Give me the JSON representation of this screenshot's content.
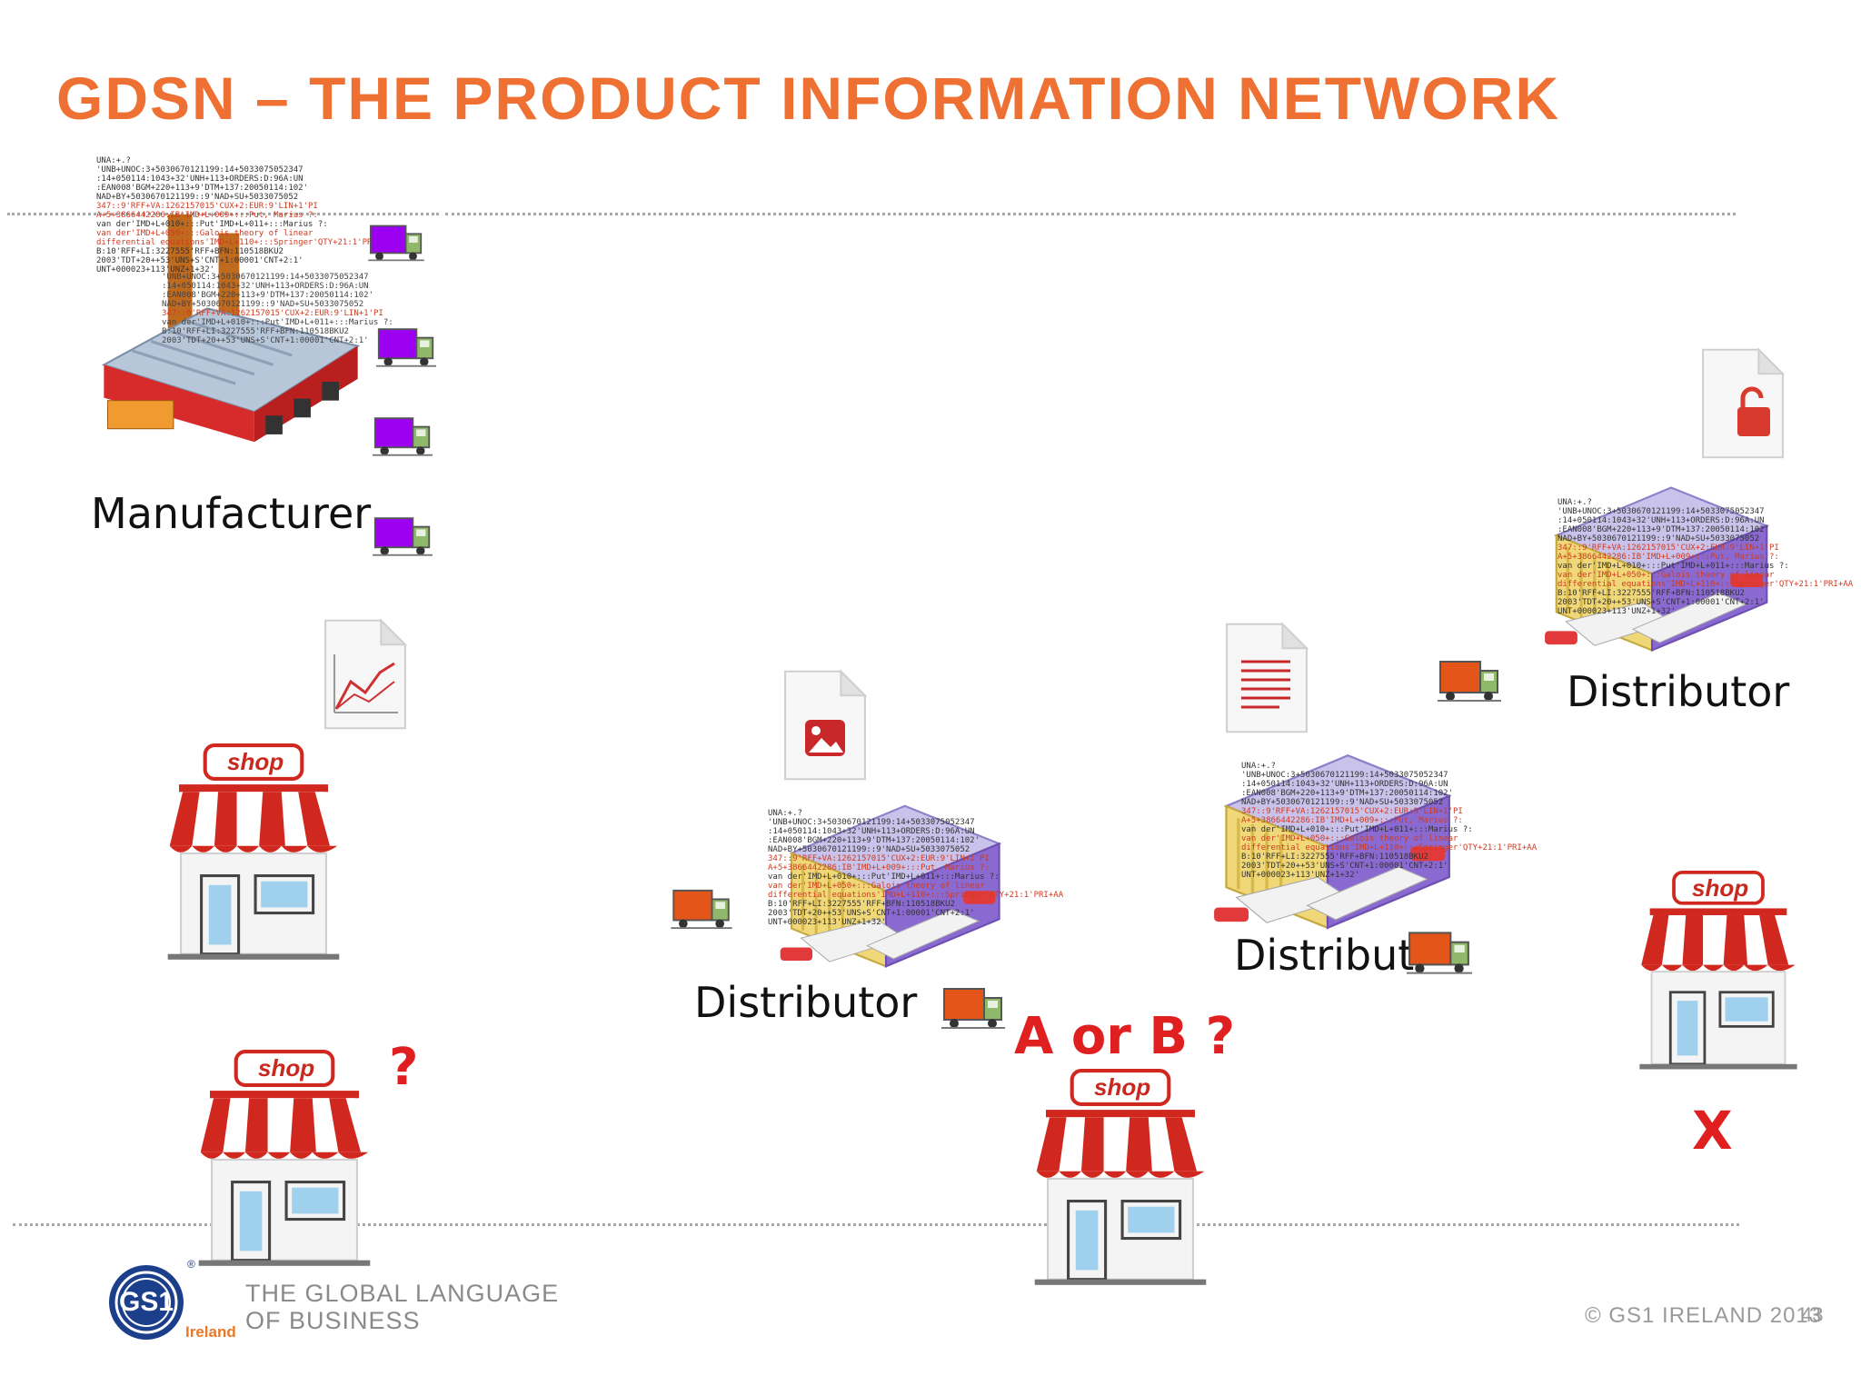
{
  "title": "GDSN – THE PRODUCT INFORMATION NETWORK",
  "nodes": {
    "manufacturer": "Manufacturer",
    "distributor_center": "Distributor",
    "distributor_right": "Distributor",
    "distributor_mid": "Distribut"
  },
  "shop_sign": "shop",
  "annotations": {
    "question": "?",
    "a_or_b": "A or B ?",
    "x_mark": "X"
  },
  "edi_text": {
    "line1": "UNA:+.?",
    "line2": "'UNB+UNOC:3+5030670121199:14+5033075052347",
    "line3": ":14+050114:1043+32'UNH+113+ORDERS:D:96A:UN",
    "line4": ":EAN008'BGM+220+113+9'DTM+137:20050114:102'",
    "line5": "NAD+BY+5030670121199::9'NAD+SU+5033075052",
    "line6": "347::9'RFF+VA:1262157015'CUX+2:EUR:9'LIN+1'PI",
    "line7": "A+5+3866442286:IB'IMD+L+009+:::Put, Marius ?:",
    "line8": "van der'IMD+L+010+:::Put'IMD+L+011+:::Marius ?:",
    "line9": "van der'IMD+L+050+:::Galois theory of linear",
    "line10": "differential equations'IMD+L+110+:::Springer'QTY+21:1'PRI+AA",
    "line11": "B:10'RFF+LI:3227555'RFF+BFN:110518BKU2",
    "line12": "2003'TDT+20++53'UNS+S'CNT+1:00001'CNT+2:1'",
    "line13": "UNT+000023+113'UNZ+1+32'"
  },
  "logo": {
    "mark": "GS1",
    "sub": "Ireland",
    "registered": "®"
  },
  "footer": {
    "tagline_1": "THE GLOBAL LANGUAGE",
    "tagline_2": "OF BUSINESS",
    "copyright": "© GS1 IRELAND 2013",
    "page_number": "43"
  },
  "colors": {
    "title": "#ee7033",
    "annotation": "#e02020",
    "truck_purple": "#9b00f0",
    "truck_orange": "#e4551a",
    "truck_cab": "#8fb86a"
  },
  "icons": [
    "factory-icon",
    "warehouse-icon",
    "shop-icon",
    "truck-icon",
    "document-chart-icon",
    "document-image-icon",
    "document-text-icon",
    "document-lock-icon"
  ]
}
